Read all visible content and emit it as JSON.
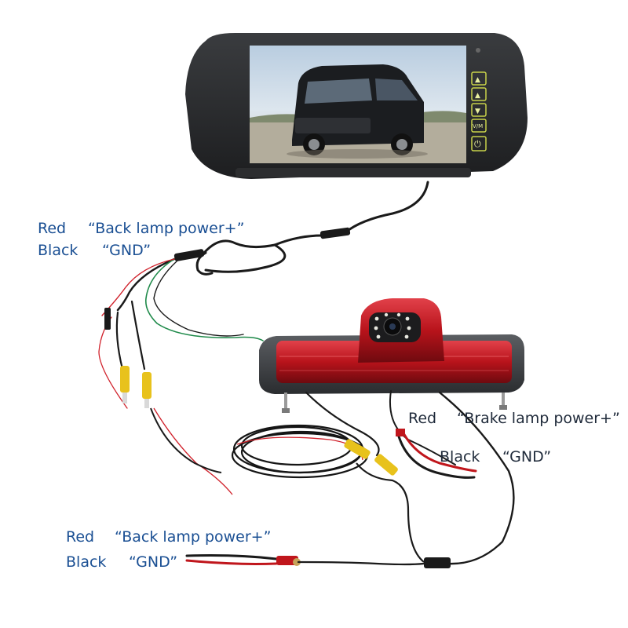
{
  "monitor": {
    "buttons": [
      {
        "icon": "up-arrow-icon",
        "glyph": "▲"
      },
      {
        "icon": "up-arrow-icon",
        "glyph": "▲"
      },
      {
        "icon": "down-arrow-icon",
        "glyph": "▼"
      },
      {
        "icon": "mode-icon",
        "glyph": "V/M"
      },
      {
        "icon": "power-icon",
        "glyph": "⏻"
      }
    ]
  },
  "labels": {
    "top_red": "Red",
    "top_red_desc": "“Back lamp power+”",
    "top_black": "Black",
    "top_black_desc": "“GND”",
    "brake_red": "Red",
    "brake_red_desc": "“Brake lamp power+”",
    "brake_black": "Black",
    "brake_black_desc": "“GND”",
    "bottom_red": "Red",
    "bottom_red_desc": "“Back lamp power+”",
    "bottom_black": "Black",
    "bottom_black_desc": "“GND”"
  },
  "colors": {
    "label_text": "#1a4f93",
    "lamp_red": "#c0161c",
    "rca_yellow": "#e8c21c",
    "wire_red": "#d0202a",
    "wire_green": "#1f8a4a"
  }
}
